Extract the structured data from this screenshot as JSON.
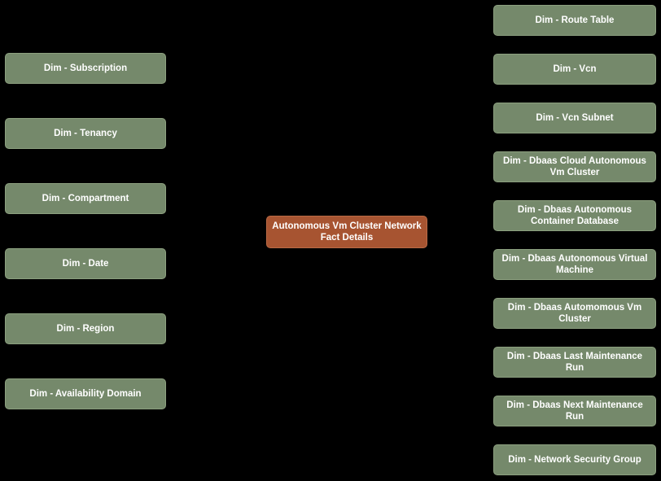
{
  "diagram": {
    "type": "star-schema-data-model",
    "colors": {
      "background": "#000000",
      "dimension_fill": "#75896B",
      "dimension_border": "#8CA07F",
      "fact_fill": "#A75431",
      "fact_border": "#B96A45",
      "text": "#FFFFFF"
    },
    "fact_node": {
      "label": "Autonomous Vm Cluster Network Fact Details"
    },
    "left_dimensions": [
      {
        "label": "Dim - Subscription"
      },
      {
        "label": "Dim - Tenancy"
      },
      {
        "label": "Dim - Compartment"
      },
      {
        "label": "Dim - Date"
      },
      {
        "label": "Dim - Region"
      },
      {
        "label": "Dim - Availability Domain"
      }
    ],
    "right_dimensions": [
      {
        "label": "Dim - Route Table"
      },
      {
        "label": "Dim - Vcn"
      },
      {
        "label": "Dim - Vcn Subnet"
      },
      {
        "label": "Dim - Dbaas Cloud Autonomous Vm Cluster"
      },
      {
        "label": "Dim - Dbaas Autonomous Container Database"
      },
      {
        "label": "Dim - Dbaas Autonomous Virtual Machine"
      },
      {
        "label": "Dim - Dbaas Automomous Vm Cluster"
      },
      {
        "label": "Dim - Dbaas Last Maintenance Run"
      },
      {
        "label": "Dim - Dbaas Next Maintenance Run"
      },
      {
        "label": "Dim - Network Security Group"
      }
    ]
  }
}
